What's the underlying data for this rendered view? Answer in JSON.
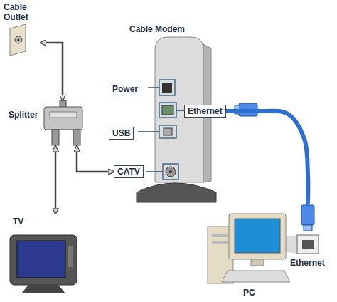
{
  "diagram": {
    "nodes": [
      {
        "text": [
          "Cable Outlet"
        ]
      },
      {
        "text": [
          "Splitter"
        ]
      },
      {
        "text": [
          "TV"
        ]
      },
      {
        "text": [
          "Cable Modem"
        ]
      },
      {
        "text": [
          "Power"
        ],
        "in": 3
      },
      {
        "text": [
          "Ethernet"
        ],
        "in": 3
      },
      {
        "text": [
          "USB"
        ],
        "in": 3
      },
      {
        "text": [
          "CATV"
        ],
        "in": 3
      },
      {
        "text": [
          "PC"
        ]
      }
    ],
    "edges": [
      {
        "from": 0,
        "to": 1,
        "arrow": "both"
      },
      {
        "from": 1,
        "to": 2,
        "arrow": "both"
      },
      {
        "from": 1,
        "to": 7,
        "arrow": "both"
      },
      {
        "from": 5,
        "to": 8,
        "arrow": "none"
      }
    ],
    "labels": [
      "Ethernet"
    ]
  }
}
